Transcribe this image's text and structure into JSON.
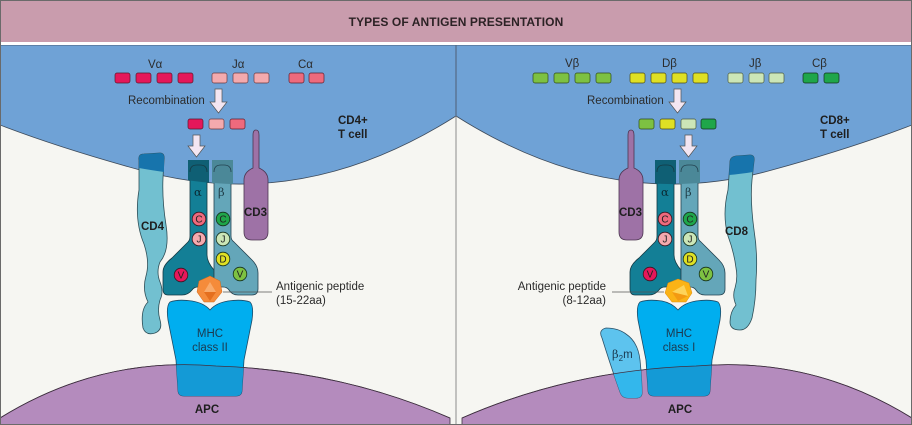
{
  "title": "TYPES OF ANTIGEN PRESENTATION",
  "colors": {
    "title_bar": "#c99cad",
    "t_cell": "#6fa2d6",
    "background": "#f6f6f2",
    "apc": "#b48bbd",
    "mhc": "#00aeef",
    "tcr_alpha": "#137f96",
    "tcr_beta": "#64a6b9",
    "coreceptor": "#72c0d0",
    "cd3": "#9e72a6",
    "v_alpha": "#e5175a",
    "j_alpha": "#f4aaae",
    "c_alpha": "#ee6a7d",
    "v_beta": "#7dc142",
    "d_beta": "#dfe024",
    "j_beta": "#cce6b7",
    "c_beta": "#1fa64a",
    "peptide_ii": "#f58b3a",
    "peptide_i": "#fbb316"
  },
  "left_panel": {
    "gene_labels": {
      "v": "Vα",
      "j": "Jα",
      "c": "Cα"
    },
    "recombination_label": "Recombination",
    "cell_label_line1": "CD4+",
    "cell_label_line2": "T cell",
    "coreceptor_label": "CD4",
    "cd3_label": "CD3",
    "alpha_chain_label": "α",
    "beta_chain_label": "β",
    "alpha_domains": [
      "C",
      "J",
      "V"
    ],
    "beta_domains": [
      "C",
      "J",
      "D",
      "V"
    ],
    "peptide_label_line1": "Antigenic peptide",
    "peptide_label_line2": "(15-22aa)",
    "mhc_label_line1": "MHC",
    "mhc_label_line2": "class II",
    "apc_label": "APC"
  },
  "right_panel": {
    "gene_labels": {
      "v": "Vβ",
      "d": "Dβ",
      "j": "Jβ",
      "c": "Cβ"
    },
    "recombination_label": "Recombination",
    "cell_label_line1": "CD8+",
    "cell_label_line2": "T cell",
    "coreceptor_label": "CD8",
    "cd3_label": "CD3",
    "alpha_chain_label": "α",
    "beta_chain_label": "β",
    "alpha_domains": [
      "C",
      "J",
      "V"
    ],
    "beta_domains": [
      "C",
      "J",
      "D",
      "V"
    ],
    "peptide_label_line1": "Antigenic peptide",
    "peptide_label_line2": "(8-12aa)",
    "mhc_label_line1": "MHC",
    "mhc_label_line2": "class I",
    "b2m_label": "β",
    "b2m_sub": "2",
    "b2m_suffix": "m",
    "apc_label": "APC"
  }
}
